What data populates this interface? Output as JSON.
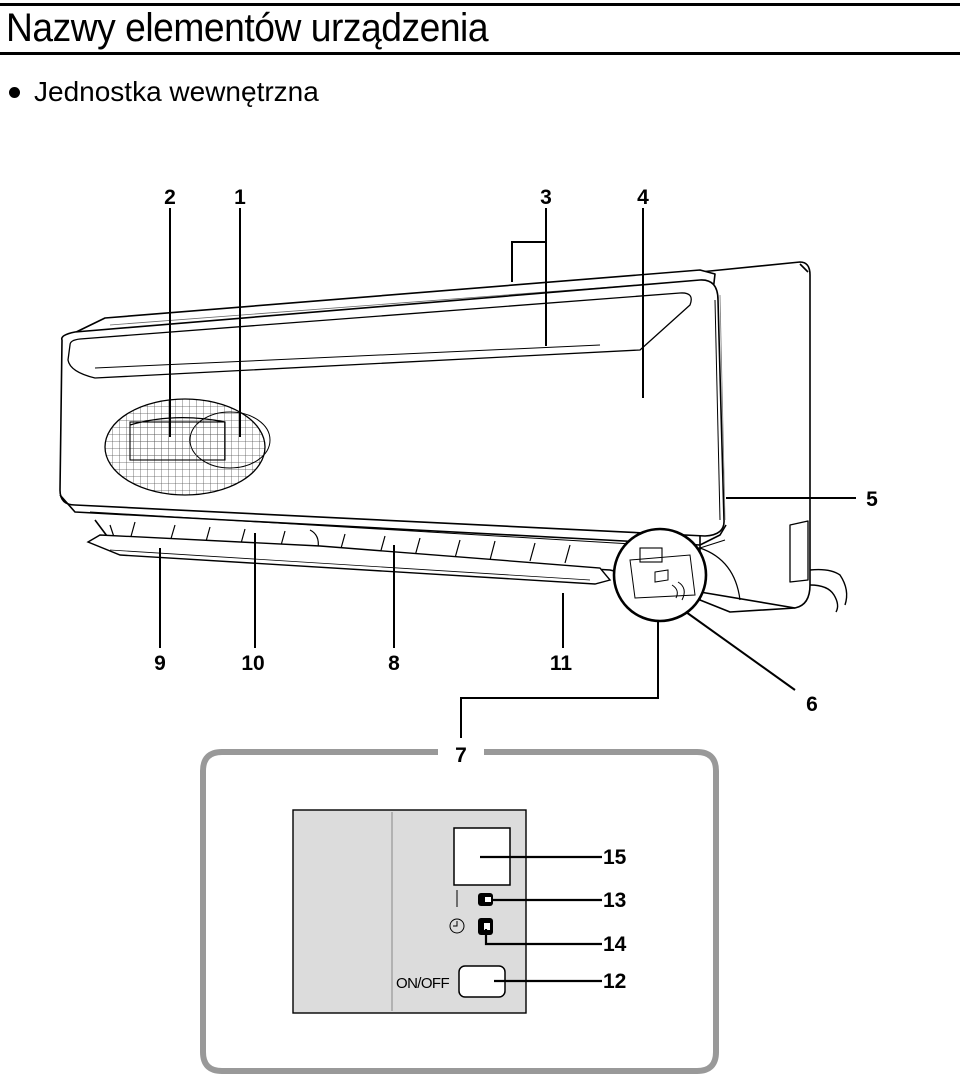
{
  "page": {
    "title": "Nazwy elementów urządzenia",
    "subtitle": "Jednostka wewnętrzna"
  },
  "callouts": {
    "c1": "1",
    "c2": "2",
    "c3": "3",
    "c4": "4",
    "c5": "5",
    "c6": "6",
    "c7": "7",
    "c8": "8",
    "c9": "9",
    "c10": "10",
    "c11": "11",
    "c12": "12",
    "c13": "13",
    "c14": "14",
    "c15": "15"
  },
  "control_panel": {
    "onoff_label": "ON/OFF"
  }
}
